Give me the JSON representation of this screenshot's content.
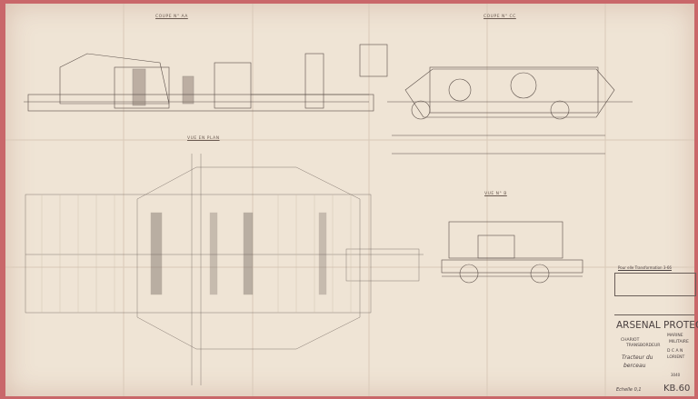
{
  "views": {
    "section_aa": "COUPE N° AA",
    "section_cc": "COUPE N° CC",
    "plan_view": "VUE EN PLAN",
    "view_b": "VUE N° B"
  },
  "title_block": {
    "revision_note": "Pour elle Transformation 3-66",
    "organization": "ARSENAL PROTEGE",
    "subject_line1": "CHARIOT",
    "subject_line2": "TRANSBORDEUR",
    "service_line1": "MARINE",
    "service_line2": "MILITAIRE",
    "site_line1": "D C A N",
    "site_line2": "LORIENT",
    "drawing_title_line1": "Tracteur du",
    "drawing_title_line2": "berceau",
    "scale": "Echelle 0,1",
    "number_small": "3040",
    "drawing_number": "KB.60"
  },
  "colors": {
    "paper": "#efe4d5",
    "ink": "#5a4e48",
    "border": "#c9676a"
  }
}
